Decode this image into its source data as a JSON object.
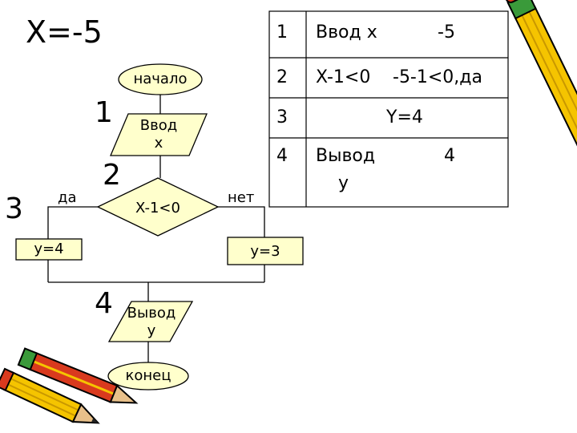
{
  "title": "X=-5",
  "step_numbers": {
    "n1": "1",
    "n2": "2",
    "n3": "3",
    "n4": "4"
  },
  "flowchart": {
    "start": "начало",
    "input_line1": "Ввод",
    "input_line2": "x",
    "condition": "X-1<0",
    "yes": "да",
    "no": "нет",
    "assign_yes": "y=4",
    "assign_no": "y=3",
    "output_line1": "Вывод",
    "output_line2": "y",
    "end": "конец"
  },
  "table": {
    "rows": [
      {
        "num": "1",
        "action": "Ввод x",
        "result": "-5"
      },
      {
        "num": "2",
        "action": "X-1<0",
        "result": "-5-1<0,да"
      },
      {
        "num": "3",
        "action": "",
        "result": "Y=4"
      },
      {
        "num": "4",
        "action_line1": "Вывод",
        "action_line2": "y",
        "result": "4"
      }
    ]
  },
  "colors": {
    "shape_fill": "#ffffcc",
    "line": "#000000",
    "pencil_yellow": "#f5c400",
    "pencil_red": "#d93a1e",
    "pencil_green": "#3a9a3a"
  },
  "decorations": [
    "pencil-icon-right",
    "pencils-icon-bottom-left"
  ]
}
